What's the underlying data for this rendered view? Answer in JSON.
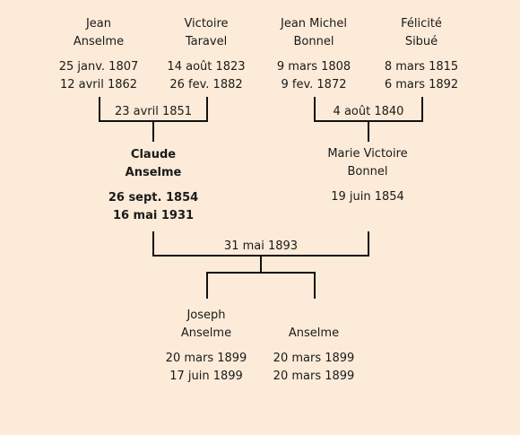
{
  "people": {
    "jean_anselme": {
      "first": "Jean",
      "last": "Anselme",
      "birth": "25 janv. 1807",
      "death": "12 avril 1862"
    },
    "victoire_taravel": {
      "first": "Victoire",
      "last": "Taravel",
      "birth": "14 août 1823",
      "death": "26 fev. 1882"
    },
    "jean_michel_bonnel": {
      "first": "Jean Michel",
      "last": "Bonnel",
      "birth": "9 mars 1808",
      "death": "9 fev. 1872"
    },
    "felicite_sibue": {
      "first": "Félicité",
      "last": "Sibué",
      "birth": "8 mars 1815",
      "death": "6 mars 1892"
    },
    "claude_anselme": {
      "first": "Claude",
      "last": "Anselme",
      "birth": "26 sept. 1854",
      "death": "16 mai 1931"
    },
    "marie_victoire_bonnel": {
      "first": "Marie Victoire",
      "last": "Bonnel",
      "birth": "19 juin 1854",
      "death": ""
    },
    "joseph_anselme": {
      "first": "Joseph",
      "last": "Anselme",
      "birth": "20 mars 1899",
      "death": "17 juin 1899"
    },
    "anselme_child": {
      "first": "",
      "last": "Anselme",
      "birth": "20 mars 1899",
      "death": "20 mars 1899"
    }
  },
  "marriages": {
    "anselme_taravel": "23 avril 1851",
    "bonnel_sibue": "4 août 1840",
    "claude_marie": "31 mai 1893"
  }
}
